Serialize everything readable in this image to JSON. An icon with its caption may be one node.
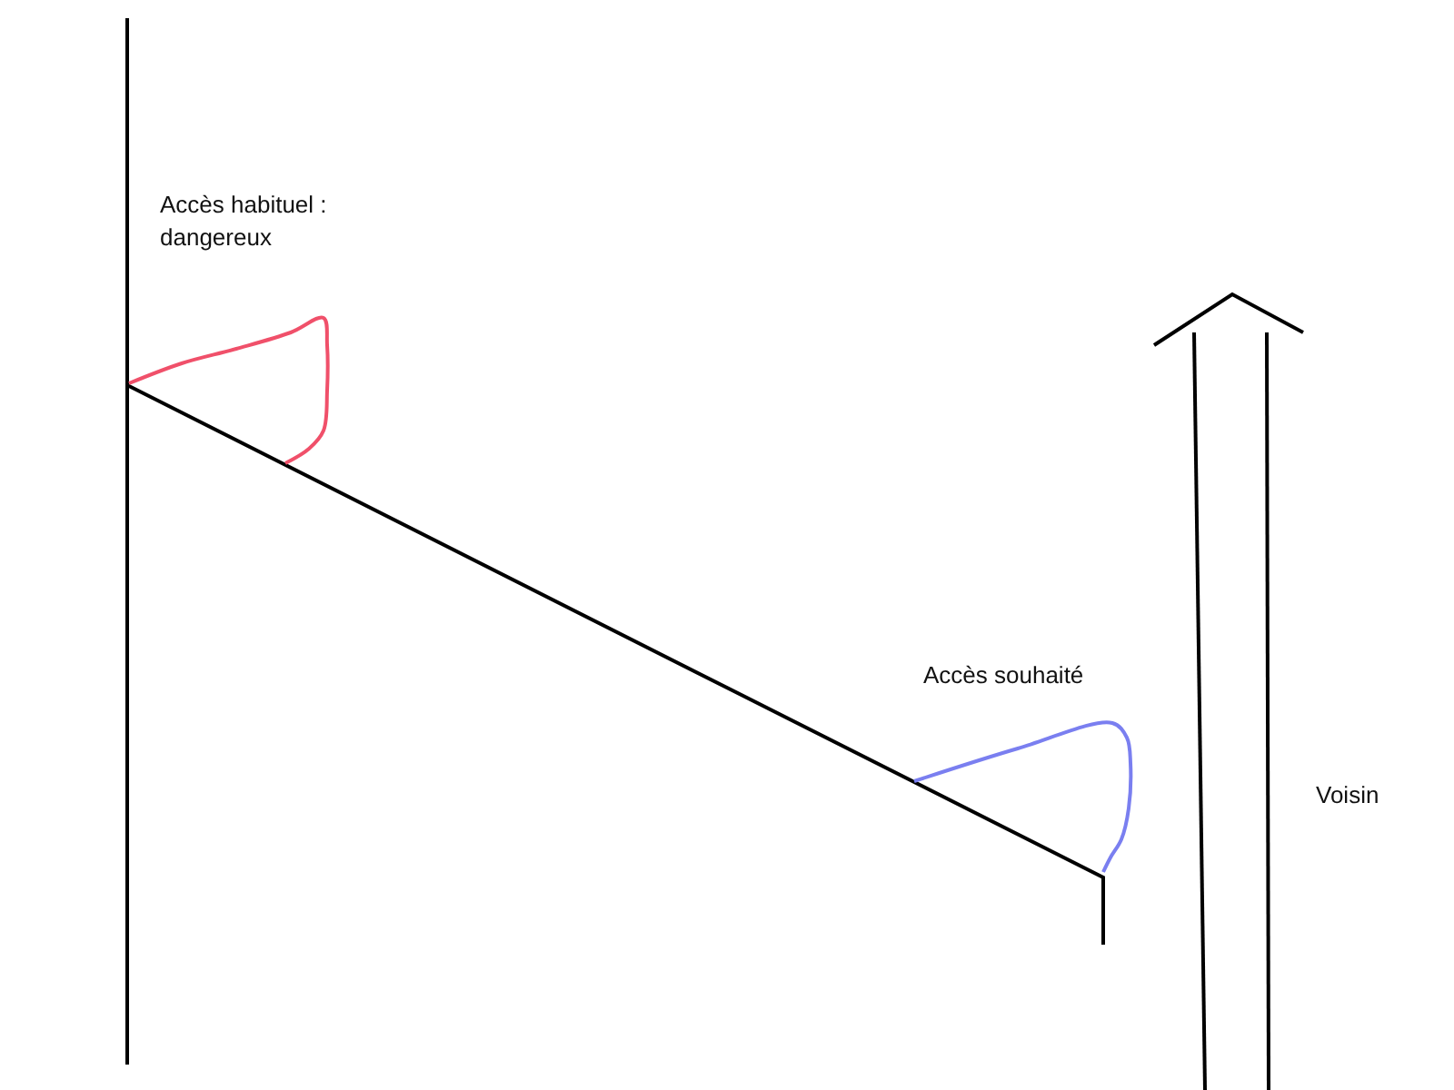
{
  "diagram": {
    "labels": [
      "Accès habituel : dangereux",
      "Accès souhaité",
      "Voisin"
    ]
  }
}
